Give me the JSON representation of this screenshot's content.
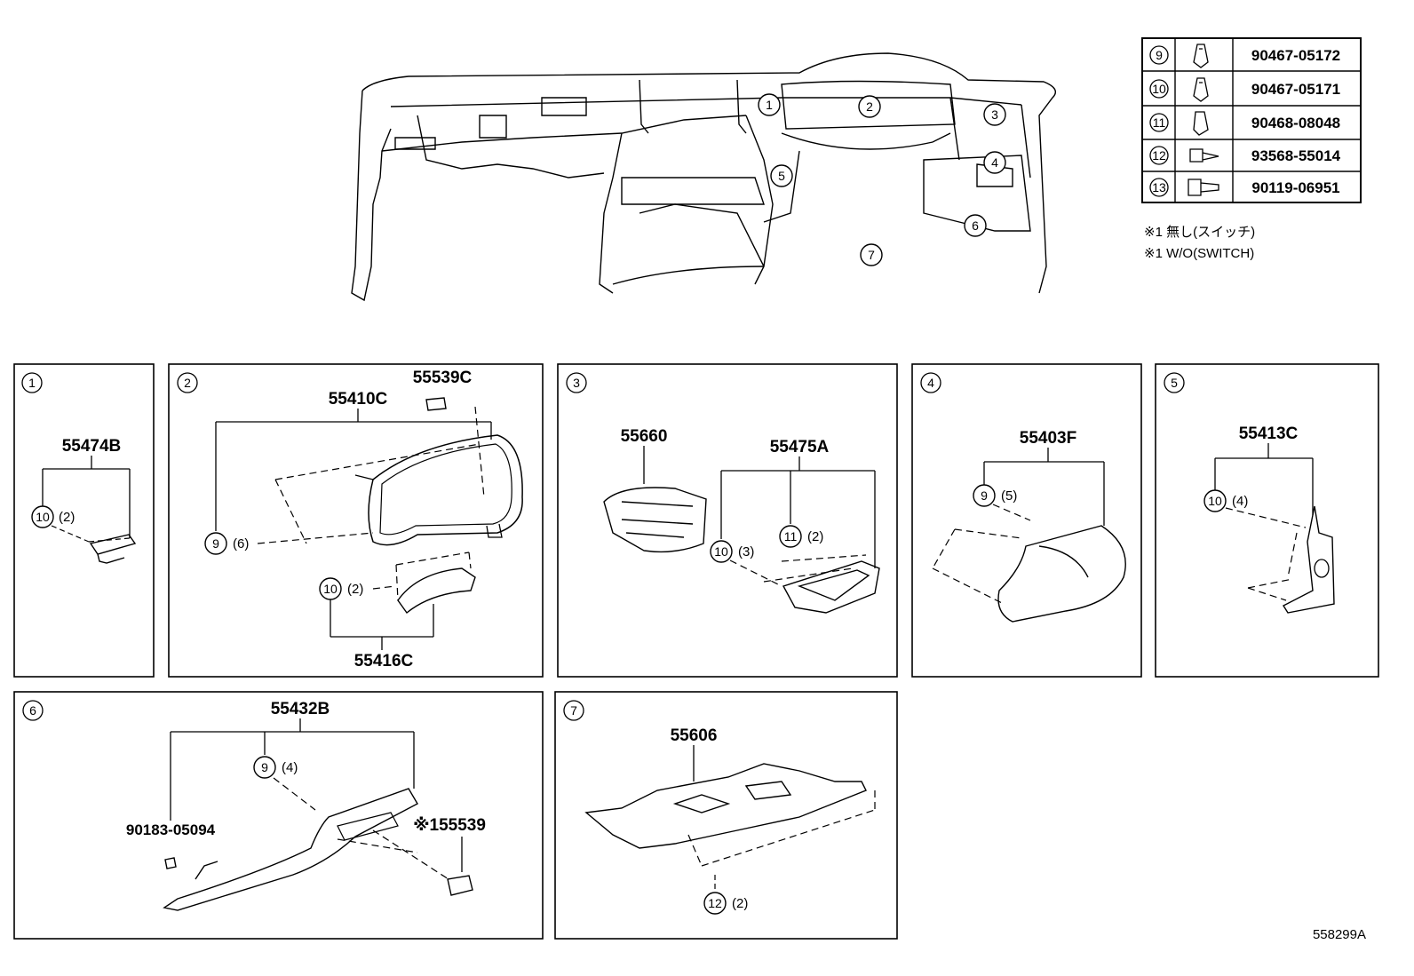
{
  "fasteners": [
    {
      "num": "9",
      "part": "90467-05172"
    },
    {
      "num": "10",
      "part": "90467-05171"
    },
    {
      "num": "11",
      "part": "90468-08048"
    },
    {
      "num": "12",
      "part": "93568-55014"
    },
    {
      "num": "13",
      "part": "90119-06951"
    }
  ],
  "notes": [
    "※1 無し(スイッチ)",
    "※1 W/O(SWITCH)"
  ],
  "overview": {
    "callouts": [
      "1",
      "2",
      "3",
      "4",
      "5",
      "6",
      "7"
    ]
  },
  "panels": {
    "p1": {
      "num": "1",
      "part": "55474B",
      "ref": "10",
      "qty": "(2)"
    },
    "p2": {
      "num": "2",
      "part_a": "55410C",
      "part_b": "55539C",
      "part_c": "55416C",
      "ref_a": "9",
      "qty_a": "(6)",
      "ref_c": "10",
      "qty_c": "(2)"
    },
    "p3": {
      "num": "3",
      "part_a": "55660",
      "part_b": "55475A",
      "ref_a": "10",
      "qty_a": "(3)",
      "ref_b": "11",
      "qty_b": "(2)"
    },
    "p4": {
      "num": "4",
      "part": "55403F",
      "ref": "9",
      "qty": "(5)"
    },
    "p5": {
      "num": "5",
      "part": "55413C",
      "ref": "10",
      "qty": "(4)"
    },
    "p6": {
      "num": "6",
      "part_a": "55432B",
      "part_b": "90183-05094",
      "part_c": "※155539",
      "ref": "9",
      "qty": "(4)"
    },
    "p7": {
      "num": "7",
      "part": "55606",
      "ref": "12",
      "qty": "(2)"
    }
  },
  "diagram_id": "558299A"
}
